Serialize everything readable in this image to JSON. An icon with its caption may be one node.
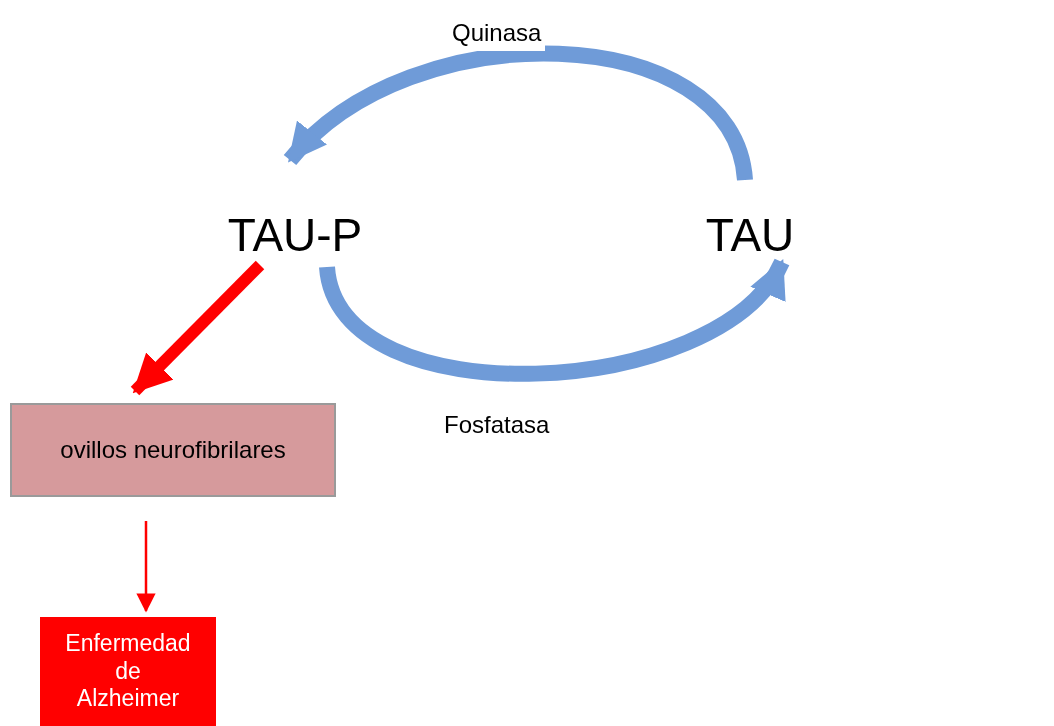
{
  "diagram": {
    "nodes": [
      {
        "text": [
          "TAU-P"
        ]
      },
      {
        "text": [
          "TAU"
        ]
      },
      {
        "text": [
          "ovillos neurofibrilares"
        ]
      },
      {
        "text": [
          "Enfermedad de Alzheimer"
        ]
      }
    ],
    "edges": [
      {
        "from": 1,
        "to": 0,
        "arrow": "to",
        "label": "Quinasa",
        "color": "#6f9bd8"
      },
      {
        "from": 0,
        "to": 1,
        "arrow": "to",
        "label": "Fosfatasa",
        "color": "#6f9bd8"
      },
      {
        "from": 0,
        "to": 2,
        "arrow": "to",
        "color": "#ff0000"
      },
      {
        "from": 2,
        "to": 3,
        "arrow": "to",
        "color": "#ff0000"
      }
    ]
  }
}
